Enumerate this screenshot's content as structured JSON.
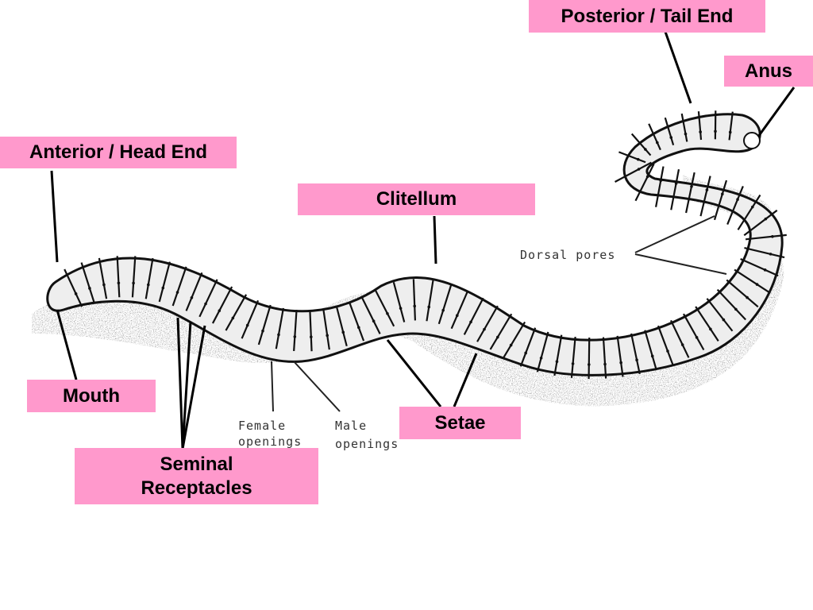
{
  "labels": {
    "posterior": "Posterior / Tail End",
    "anus": "Anus",
    "anterior": "Anterior / Head End",
    "clitellum": "Clitellum",
    "mouth": "Mouth",
    "setae": "Setae",
    "seminal_line1": "Seminal",
    "seminal_line2": "Receptacles"
  },
  "handwritten": {
    "dorsal_pores": "Dorsal pores",
    "female_line1": "Female",
    "female_line2": "openings",
    "male_line1": "Male",
    "male_line2": "openings"
  },
  "colors": {
    "label_fill": "#ff99cc",
    "worm_fill": "#eeeeee",
    "worm_stroke": "#111111"
  }
}
